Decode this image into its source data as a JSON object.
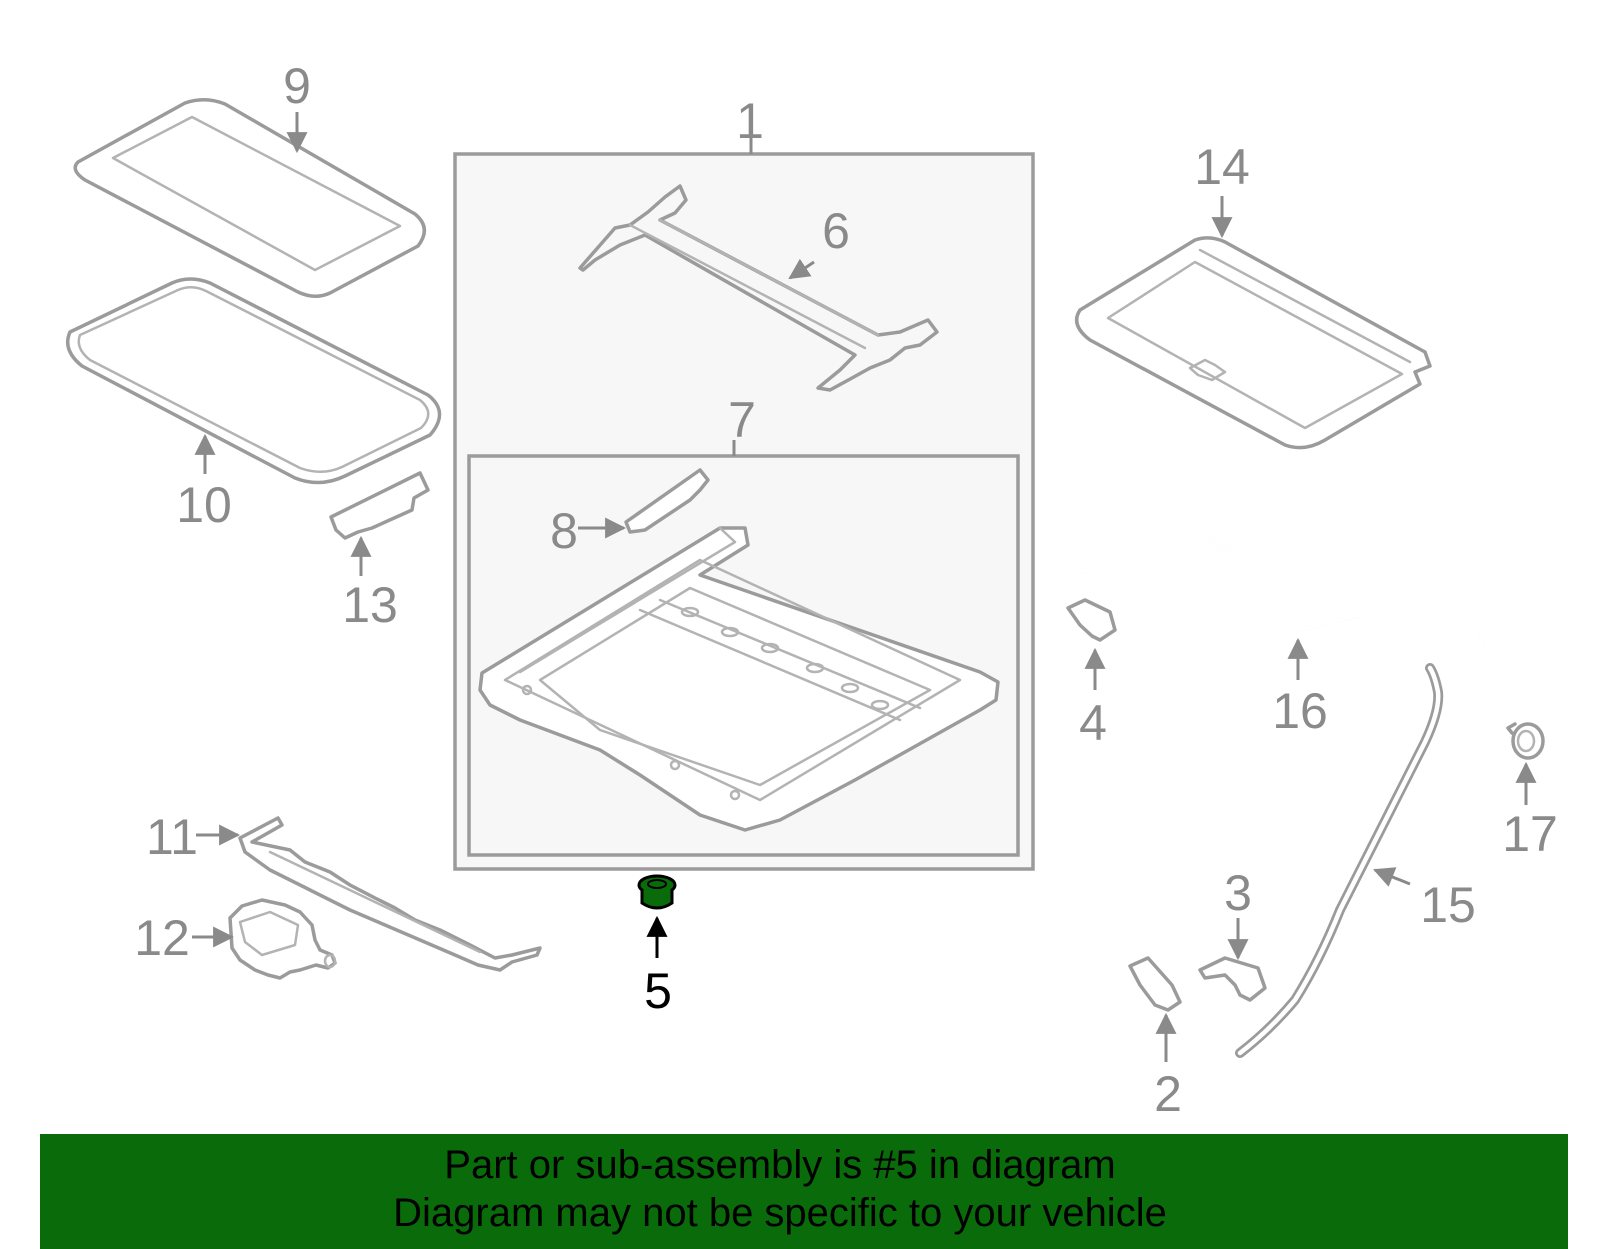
{
  "callouts": {
    "c1": "1",
    "c2": "2",
    "c3": "3",
    "c4": "4",
    "c5": "5",
    "c6": "6",
    "c7": "7",
    "c8": "8",
    "c9": "9",
    "c10": "10",
    "c11": "11",
    "c12": "12",
    "c13": "13",
    "c14": "14",
    "c15": "15",
    "c16": "16",
    "c17": "17"
  },
  "highlighted_part": "5",
  "colors": {
    "line_gray": "#9b9b9b",
    "label_gray": "#8a8a8a",
    "banner_green": "#0a6b0a",
    "highlight_green": "#0a6b0a",
    "box_fill": "#f7f7f7"
  },
  "banner": {
    "line1": "Part or sub-assembly is #5 in diagram",
    "line2": "Diagram may not be specific to your vehicle"
  }
}
